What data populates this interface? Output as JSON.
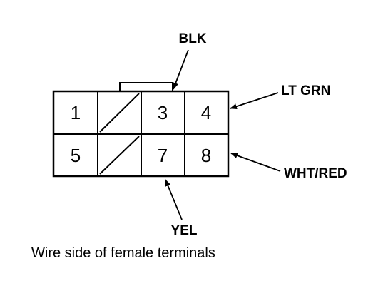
{
  "terminals": {
    "t1": "1",
    "t3": "3",
    "t4": "4",
    "t5": "5",
    "t7": "7",
    "t8": "8"
  },
  "wires": {
    "blk": "BLK",
    "lt_grn": "LT GRN",
    "wht_red": "WHT/RED",
    "yel": "YEL"
  },
  "caption": "Wire side of female terminals",
  "colors": {
    "line": "#000000",
    "background": "#ffffff"
  }
}
